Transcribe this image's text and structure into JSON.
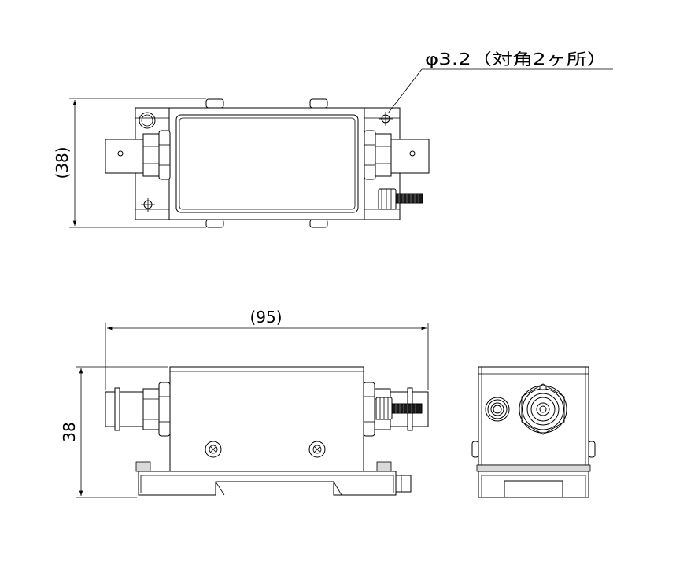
{
  "drawing": {
    "callout_hole": "φ3.2（対角2ヶ所）",
    "dim_top_height": "(38)",
    "dim_front_width": "(95)",
    "dim_front_height": "38"
  }
}
